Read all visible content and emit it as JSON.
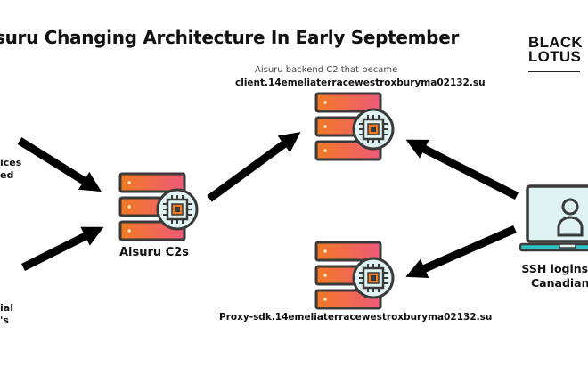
{
  "title": "suru Changing Architecture In Early September",
  "logo": {
    "line1": "BLACK",
    "line2": "LOTUS"
  },
  "left_labels": {
    "top_line1": "ices",
    "top_line2": "ed",
    "bottom_line1": "ial",
    "bottom_line2": "'s"
  },
  "nodes": {
    "aisuru_c2s": {
      "label": "Aisuru C2s",
      "icon": "server-chip-icon"
    },
    "backend_c2": {
      "caption": "Aisuru backend C2 that became",
      "label": "client.14emeliaterracewestroxburyma02132.su",
      "icon": "server-chip-icon"
    },
    "proxy": {
      "label": "Proxy-sdk.14emeliaterracewestroxburyma02132.su",
      "icon": "server-chip-icon"
    },
    "ssh": {
      "label_line1": "SSH logins",
      "label_line2": "Canadian",
      "icon": "laptop-user-icon"
    }
  },
  "colors": {
    "server_gradient_start": "#f07a22",
    "server_gradient_end": "#ef5a7a",
    "chip_bg": "#dff4f2",
    "laptop_accent": "#2ec4c4",
    "arrow": "#000000"
  }
}
